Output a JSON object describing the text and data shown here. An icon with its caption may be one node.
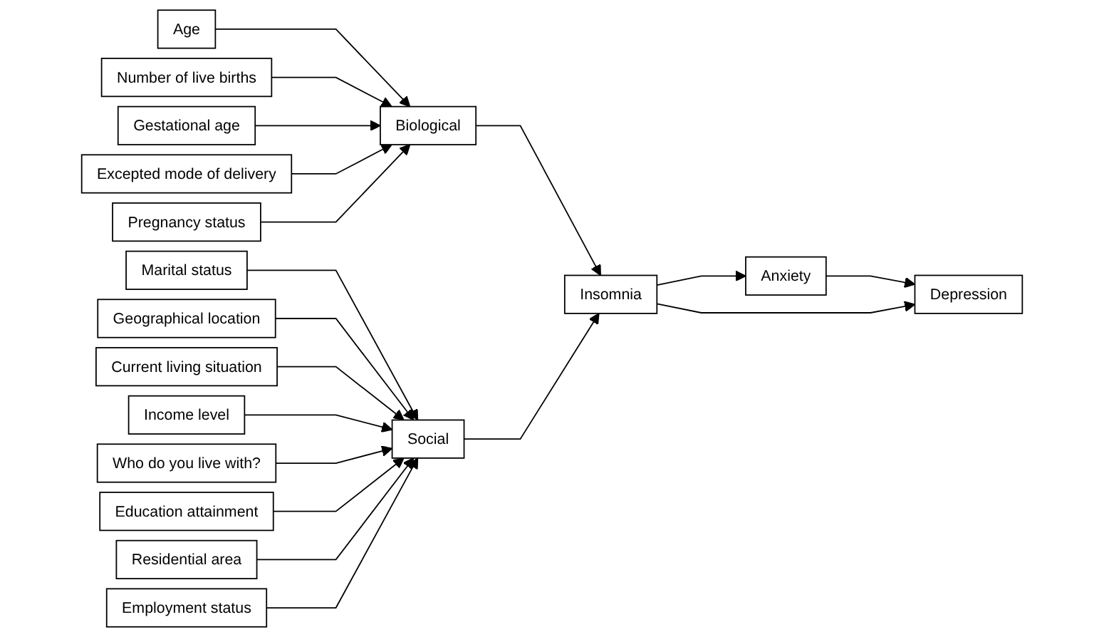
{
  "diagram": {
    "nodes": [
      {
        "text": [
          "Age"
        ]
      },
      {
        "text": [
          "Number of live births"
        ]
      },
      {
        "text": [
          "Gestational age"
        ]
      },
      {
        "text": [
          "Excepted mode of delivery"
        ]
      },
      {
        "text": [
          "Pregnancy status"
        ]
      },
      {
        "text": [
          "Marital status"
        ]
      },
      {
        "text": [
          "Geographical location"
        ]
      },
      {
        "text": [
          "Current living situation"
        ]
      },
      {
        "text": [
          "Income level"
        ]
      },
      {
        "text": [
          "Who do you live with?"
        ]
      },
      {
        "text": [
          "Education attainment"
        ]
      },
      {
        "text": [
          "Residential area"
        ]
      },
      {
        "text": [
          "Employment status"
        ]
      },
      {
        "text": [
          "Biological"
        ]
      },
      {
        "text": [
          "Social"
        ]
      },
      {
        "text": [
          "Insomnia"
        ]
      },
      {
        "text": [
          "Anxiety"
        ]
      },
      {
        "text": [
          "Depression"
        ]
      }
    ],
    "edges": [
      {
        "from": 0,
        "to": 13,
        "arrow": "to"
      },
      {
        "from": 1,
        "to": 13,
        "arrow": "to"
      },
      {
        "from": 2,
        "to": 13,
        "arrow": "to"
      },
      {
        "from": 3,
        "to": 13,
        "arrow": "to"
      },
      {
        "from": 4,
        "to": 13,
        "arrow": "to"
      },
      {
        "from": 5,
        "to": 14,
        "arrow": "to"
      },
      {
        "from": 6,
        "to": 14,
        "arrow": "to"
      },
      {
        "from": 7,
        "to": 14,
        "arrow": "to"
      },
      {
        "from": 8,
        "to": 14,
        "arrow": "to"
      },
      {
        "from": 9,
        "to": 14,
        "arrow": "to"
      },
      {
        "from": 10,
        "to": 14,
        "arrow": "to"
      },
      {
        "from": 11,
        "to": 14,
        "arrow": "to"
      },
      {
        "from": 12,
        "to": 14,
        "arrow": "to"
      },
      {
        "from": 13,
        "to": 15,
        "arrow": "to"
      },
      {
        "from": 14,
        "to": 15,
        "arrow": "to"
      },
      {
        "from": 15,
        "to": 16,
        "arrow": "to"
      },
      {
        "from": 16,
        "to": 17,
        "arrow": "to"
      },
      {
        "from": 15,
        "to": 17,
        "arrow": "to"
      }
    ]
  }
}
